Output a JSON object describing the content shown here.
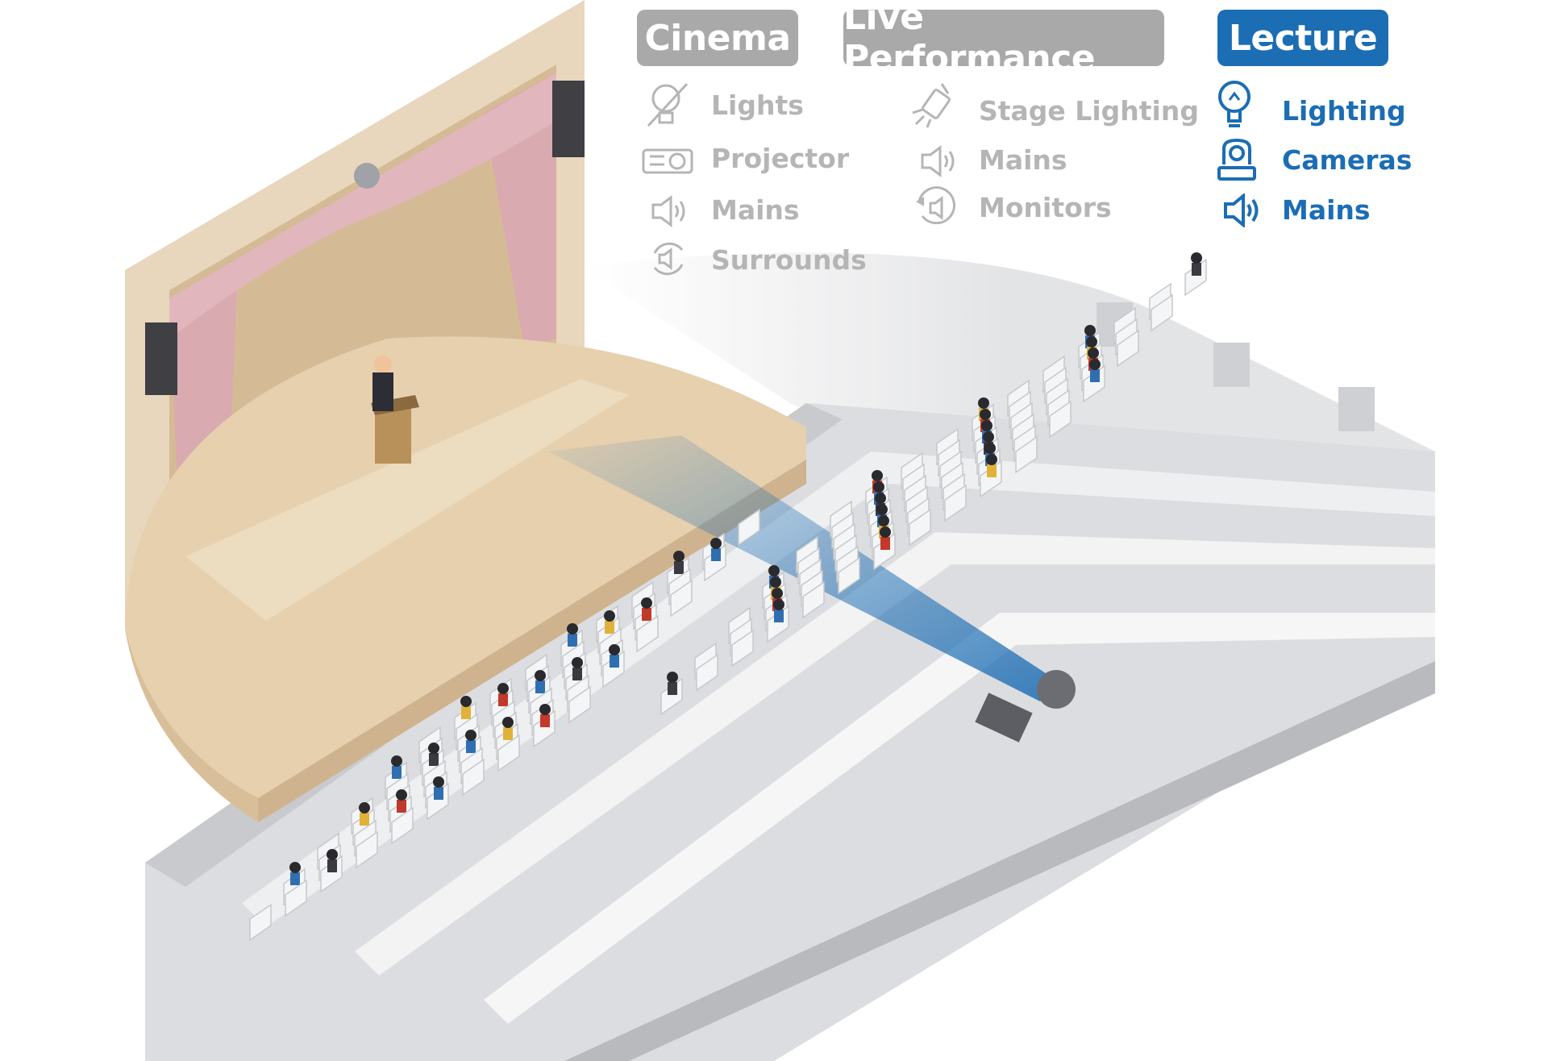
{
  "tabs": {
    "cinema": "Cinema",
    "live_performance": "Live Performance",
    "lecture": "Lecture",
    "active": "Lecture"
  },
  "cinema_features": [
    {
      "label": "Lights",
      "icon": "bulb-off-icon"
    },
    {
      "label": "Projector",
      "icon": "projector-icon"
    },
    {
      "label": "Mains",
      "icon": "speaker-icon"
    },
    {
      "label": "Surrounds",
      "icon": "surround-sound-icon"
    }
  ],
  "live_features": [
    {
      "label": "Stage Lighting",
      "icon": "spotlight-icon"
    },
    {
      "label": "Mains",
      "icon": "speaker-icon"
    },
    {
      "label": "Monitors",
      "icon": "monitor-speaker-icon"
    }
  ],
  "lecture_features": [
    {
      "label": "Lighting",
      "icon": "bulb-icon"
    },
    {
      "label": "Cameras",
      "icon": "ptz-camera-icon"
    },
    {
      "label": "Mains",
      "icon": "speaker-icon"
    }
  ],
  "colors": {
    "active_blue": "#1b6db4",
    "inactive_gray": "#a9a9a9",
    "inactive_text": "#b5b5b5",
    "stage_wood": "#e6d0ae",
    "curtain": "#d9aab0",
    "floor": "#e4e5e7"
  }
}
